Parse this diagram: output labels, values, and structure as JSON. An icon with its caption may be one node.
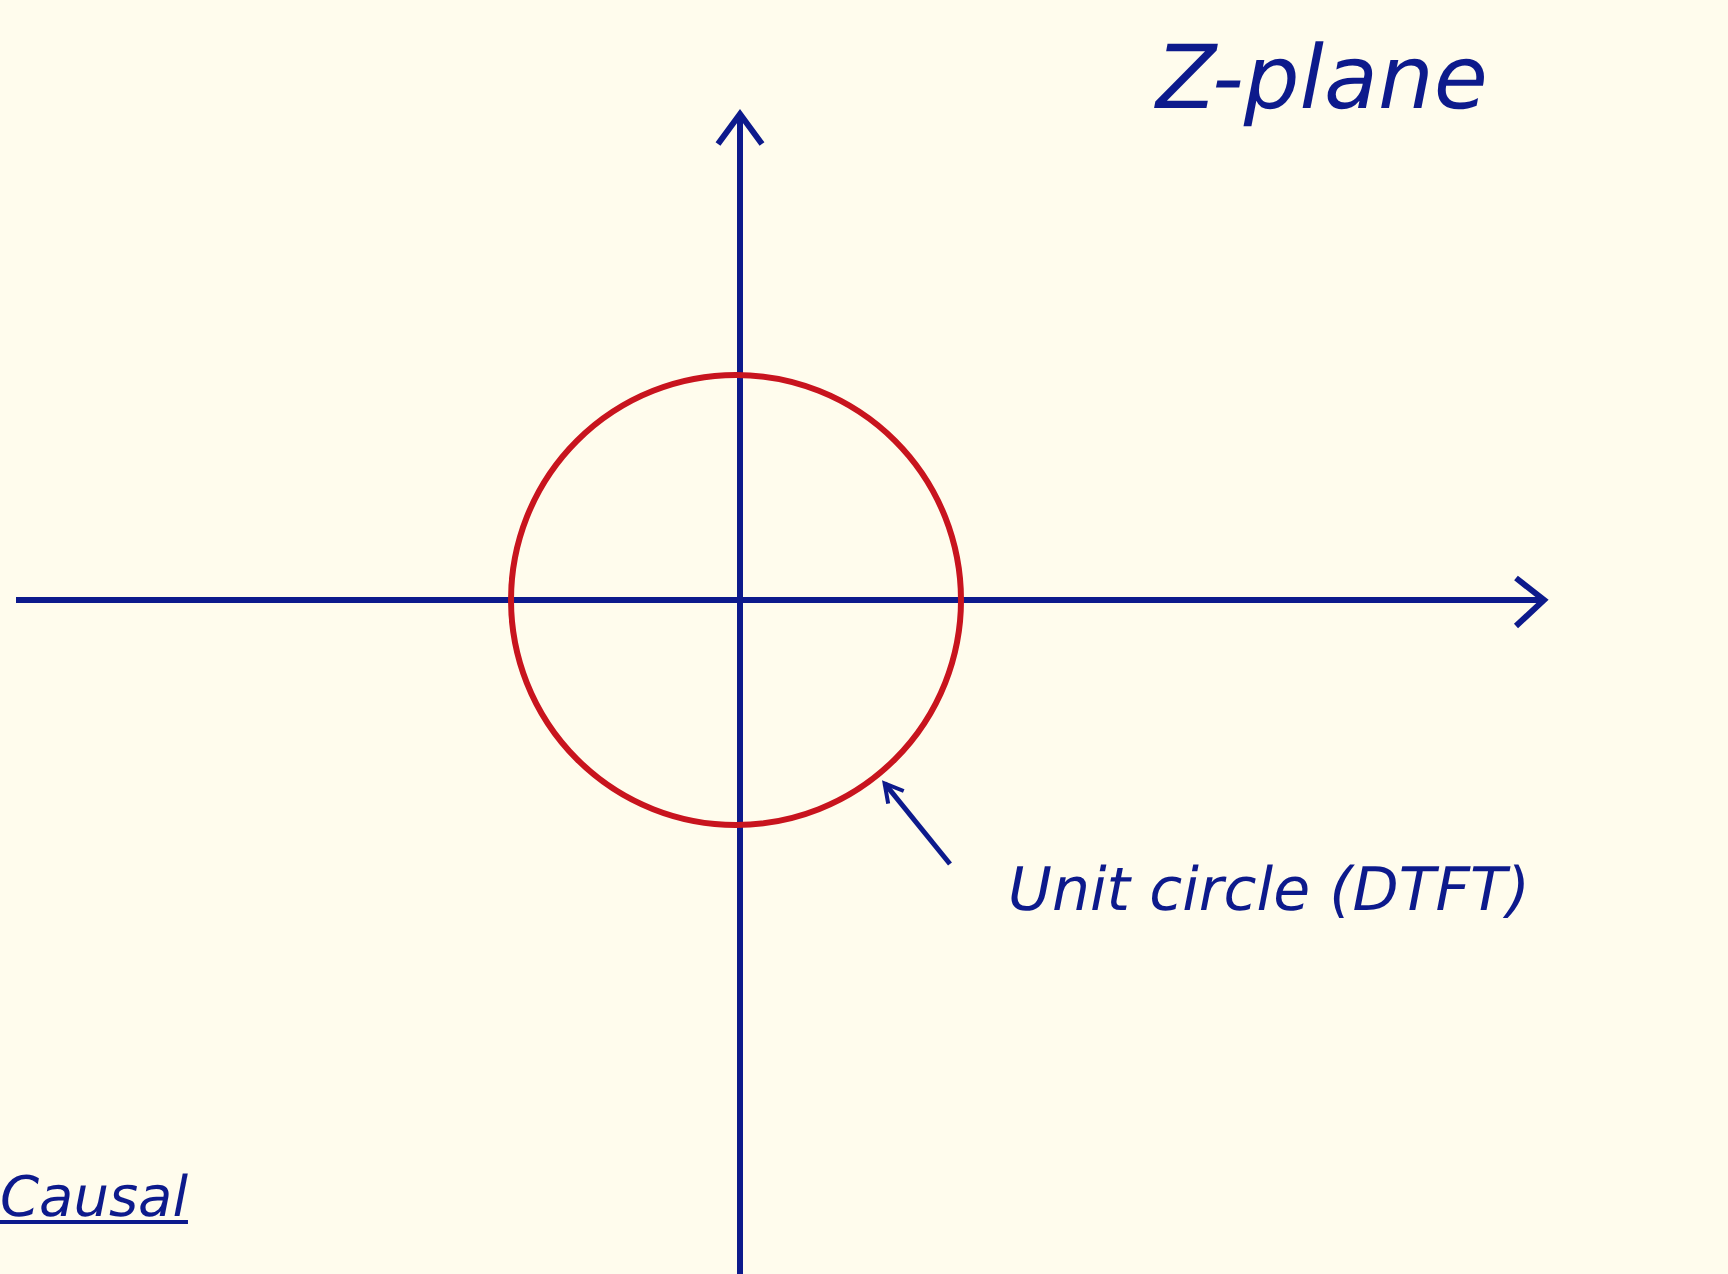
{
  "diagram": {
    "title": "Z-plane",
    "nodes": [
      {
        "text": [],
        "shape": "circle"
      },
      {
        "text": [
          "Unit circle (DTFT)"
        ]
      }
    ],
    "edges": [
      {
        "from": 1,
        "to": 0,
        "arrow": "to"
      }
    ],
    "labels": [
      "Causal"
    ]
  }
}
